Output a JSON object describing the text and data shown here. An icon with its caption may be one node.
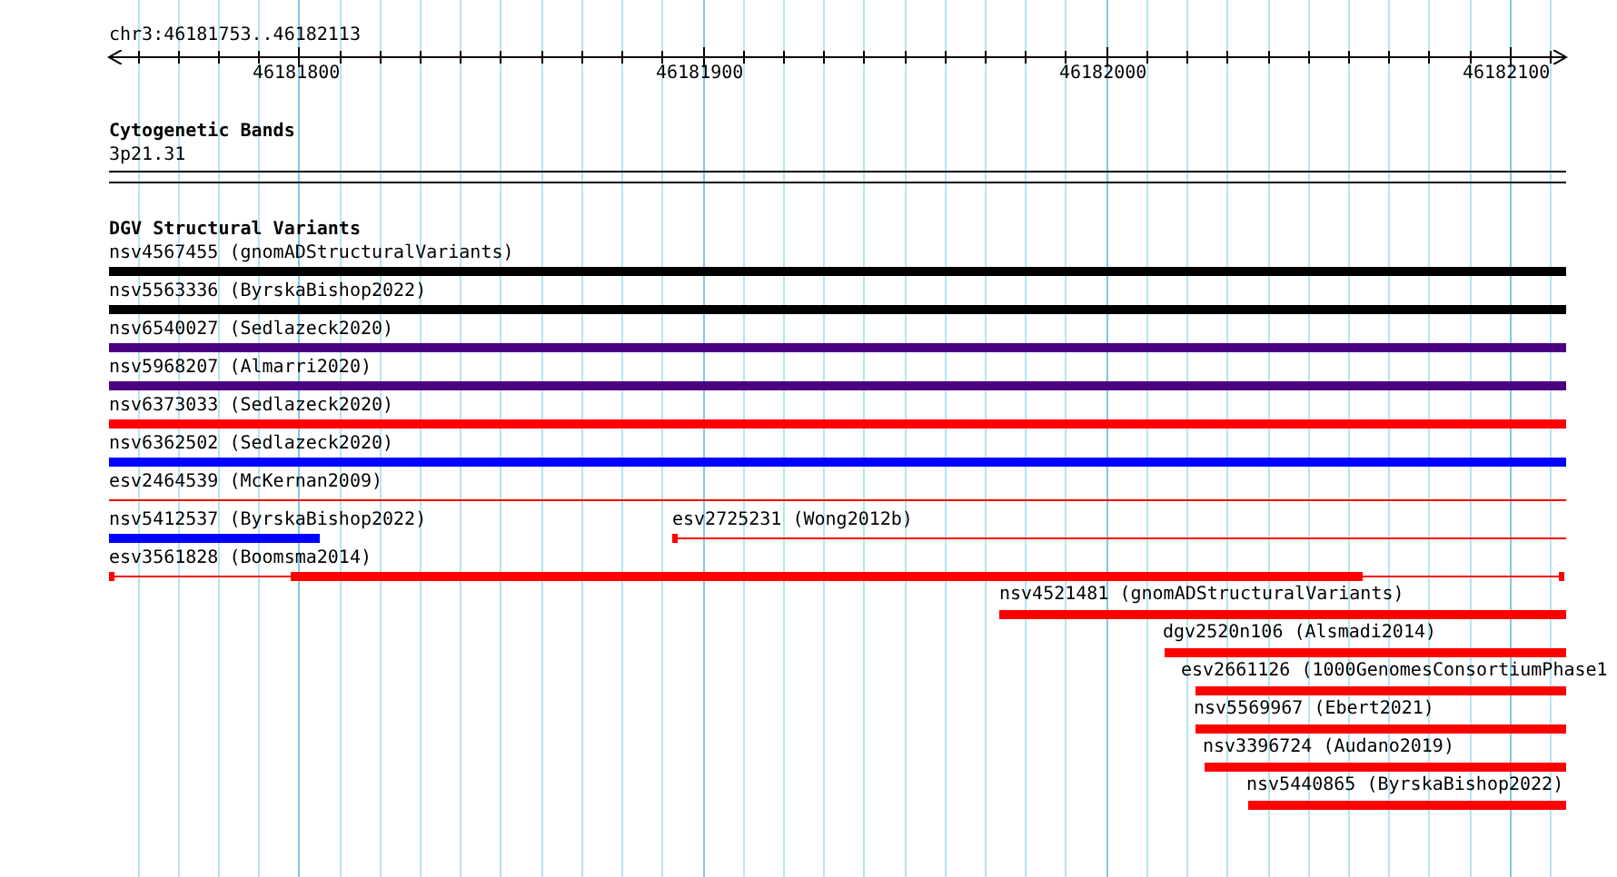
{
  "diagram": {
    "nodes": [
      {
        "text": [
          "nsv4567455 (gnomADStructuralVariants)"
        ]
      },
      {
        "text": [
          "nsv5563336 (ByrskaBishop2022)"
        ]
      },
      {
        "text": [
          "nsv6540027 (Sedlazeck2020)"
        ]
      },
      {
        "text": [
          "nsv5968207 (Almarri2020)"
        ]
      },
      {
        "text": [
          "nsv6373033 (Sedlazeck2020)"
        ]
      },
      {
        "text": [
          "nsv6362502 (Sedlazeck2020)"
        ]
      },
      {
        "text": [
          "esv2464539 (McKernan2009)"
        ]
      },
      {
        "text": [
          "nsv5412537 (ByrskaBishop2022)"
        ]
      },
      {
        "text": [
          "esv2725231 (Wong2012b)"
        ]
      },
      {
        "text": [
          "esv3561828 (Boomsma2014)"
        ]
      },
      {
        "text": [
          "nsv4521481 (gnomADStructuralVariants)"
        ]
      },
      {
        "text": [
          "dgv2520n106 (Alsmadi2014)"
        ]
      },
      {
        "text": [
          "esv2661126 (1000GenomesConsortiumPhase1"
        ]
      },
      {
        "text": [
          "nsv5569967 (Ebert2021)"
        ]
      },
      {
        "text": [
          "nsv3396724 (Audano2019)"
        ]
      },
      {
        "text": [
          "nsv5440865 (ByrskaBishop2022)"
        ]
      }
    ],
    "edges": [],
    "labels": [
      "chr3:46181753..46182113",
      "46181800",
      "46181900",
      "46182000",
      "46182100",
      "Cytogenetic Bands",
      "3p21.31",
      "DGV Structural Variants"
    ]
  }
}
